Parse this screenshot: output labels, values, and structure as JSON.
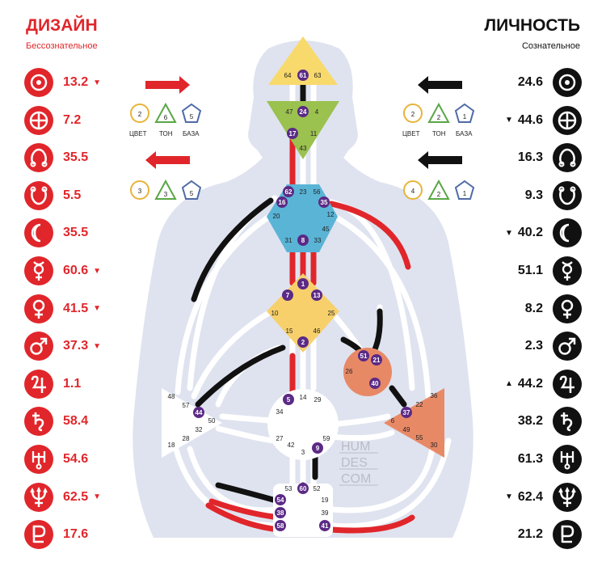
{
  "design": {
    "title": "ДИЗАЙН",
    "subtitle": "Бессознательное",
    "color": "#e0262b",
    "planets": [
      {
        "icon": "sun-icon",
        "value": "13.2",
        "arrow": "▼"
      },
      {
        "icon": "earth-icon",
        "value": "7.2",
        "arrow": ""
      },
      {
        "icon": "north-node-icon",
        "value": "35.5",
        "arrow": ""
      },
      {
        "icon": "south-node-icon",
        "value": "5.5",
        "arrow": ""
      },
      {
        "icon": "moon-icon",
        "value": "35.5",
        "arrow": ""
      },
      {
        "icon": "mercury-icon",
        "value": "60.6",
        "arrow": "▼"
      },
      {
        "icon": "venus-icon",
        "value": "41.5",
        "arrow": "▼"
      },
      {
        "icon": "mars-icon",
        "value": "37.3",
        "arrow": "▼"
      },
      {
        "icon": "jupiter-icon",
        "value": "1.1",
        "arrow": ""
      },
      {
        "icon": "saturn-icon",
        "value": "58.4",
        "arrow": ""
      },
      {
        "icon": "uranus-icon",
        "value": "54.6",
        "arrow": ""
      },
      {
        "icon": "neptune-icon",
        "value": "62.5",
        "arrow": "▼"
      },
      {
        "icon": "pluto-icon",
        "value": "17.6",
        "arrow": ""
      }
    ],
    "variables": [
      {
        "arrow": "right-arrow-icon",
        "color": "2",
        "tone": "6",
        "base": "5"
      },
      {
        "arrow": "left-arrow-icon",
        "color": "3",
        "tone": "3",
        "base": "5"
      }
    ]
  },
  "personality": {
    "title": "ЛИЧНОСТЬ",
    "subtitle": "Сознательное",
    "color": "#111111",
    "planets": [
      {
        "icon": "sun-icon",
        "value": "24.6",
        "arrow": ""
      },
      {
        "icon": "earth-icon",
        "value": "44.6",
        "arrow": "▼"
      },
      {
        "icon": "north-node-icon",
        "value": "16.3",
        "arrow": ""
      },
      {
        "icon": "south-node-icon",
        "value": "9.3",
        "arrow": ""
      },
      {
        "icon": "moon-icon",
        "value": "40.2",
        "arrow": "▼"
      },
      {
        "icon": "mercury-icon",
        "value": "51.1",
        "arrow": ""
      },
      {
        "icon": "venus-icon",
        "value": "8.2",
        "arrow": ""
      },
      {
        "icon": "mars-icon",
        "value": "2.3",
        "arrow": ""
      },
      {
        "icon": "jupiter-icon",
        "value": "44.2",
        "arrow": "▲"
      },
      {
        "icon": "saturn-icon",
        "value": "38.2",
        "arrow": ""
      },
      {
        "icon": "uranus-icon",
        "value": "61.3",
        "arrow": ""
      },
      {
        "icon": "neptune-icon",
        "value": "62.4",
        "arrow": "▼"
      },
      {
        "icon": "pluto-icon",
        "value": "21.2",
        "arrow": ""
      }
    ],
    "variables": [
      {
        "arrow": "left-arrow-icon",
        "color": "2",
        "tone": "2",
        "base": "1"
      },
      {
        "arrow": "left-arrow-icon",
        "color": "4",
        "tone": "2",
        "base": "1"
      }
    ]
  },
  "variable_labels": {
    "color": "ЦВЕТ",
    "tone": "ТОН",
    "base": "БАЗА"
  },
  "watermark": [
    "HUM",
    "DES",
    "COM"
  ],
  "centers": {
    "head": {
      "color": "#f8d96b",
      "gates": [
        "64",
        "61",
        "63"
      ],
      "active": [
        "61"
      ]
    },
    "ajna": {
      "color": "#9bc14f",
      "gates": [
        "47",
        "24",
        "4",
        "17",
        "11",
        "43"
      ],
      "active": [
        "24",
        "17"
      ]
    },
    "throat": {
      "color": "#5ab4d6",
      "gates": [
        "62",
        "23",
        "56",
        "16",
        "35",
        "20",
        "12",
        "45",
        "31",
        "8",
        "33"
      ],
      "active": [
        "62",
        "16",
        "35",
        "8"
      ]
    },
    "g": {
      "color": "#f8d06b",
      "gates": [
        "1",
        "7",
        "13",
        "10",
        "25",
        "15",
        "46",
        "2"
      ],
      "active": [
        "1",
        "7",
        "13",
        "2"
      ]
    },
    "heart": {
      "color": "#e88966",
      "gates": [
        "51",
        "21",
        "26",
        "40"
      ],
      "active": [
        "51",
        "21",
        "40"
      ]
    },
    "spleen": {
      "color": "#ffffff",
      "gates": [
        "48",
        "57",
        "44",
        "50",
        "32",
        "28",
        "18"
      ],
      "active": [
        "44"
      ]
    },
    "sacral": {
      "color": "#ffffff",
      "gates": [
        "5",
        "14",
        "29",
        "34",
        "27",
        "42",
        "3",
        "59",
        "9"
      ],
      "active": [
        "5",
        "9"
      ]
    },
    "solar": {
      "color": "#e88966",
      "gates": [
        "36",
        "22",
        "37",
        "6",
        "49",
        "55",
        "30"
      ],
      "active": [
        "37"
      ]
    },
    "root": {
      "color": "#ffffff",
      "gates": [
        "53",
        "60",
        "52",
        "54",
        "19",
        "38",
        "39",
        "58",
        "41"
      ],
      "active": [
        "60",
        "54",
        "38",
        "58",
        "41"
      ]
    }
  },
  "colors": {
    "design": "#e0262b",
    "personality": "#111111",
    "channel": "#ffffff",
    "body": "#dfe3ef",
    "active_gate": "#5b2a86"
  }
}
